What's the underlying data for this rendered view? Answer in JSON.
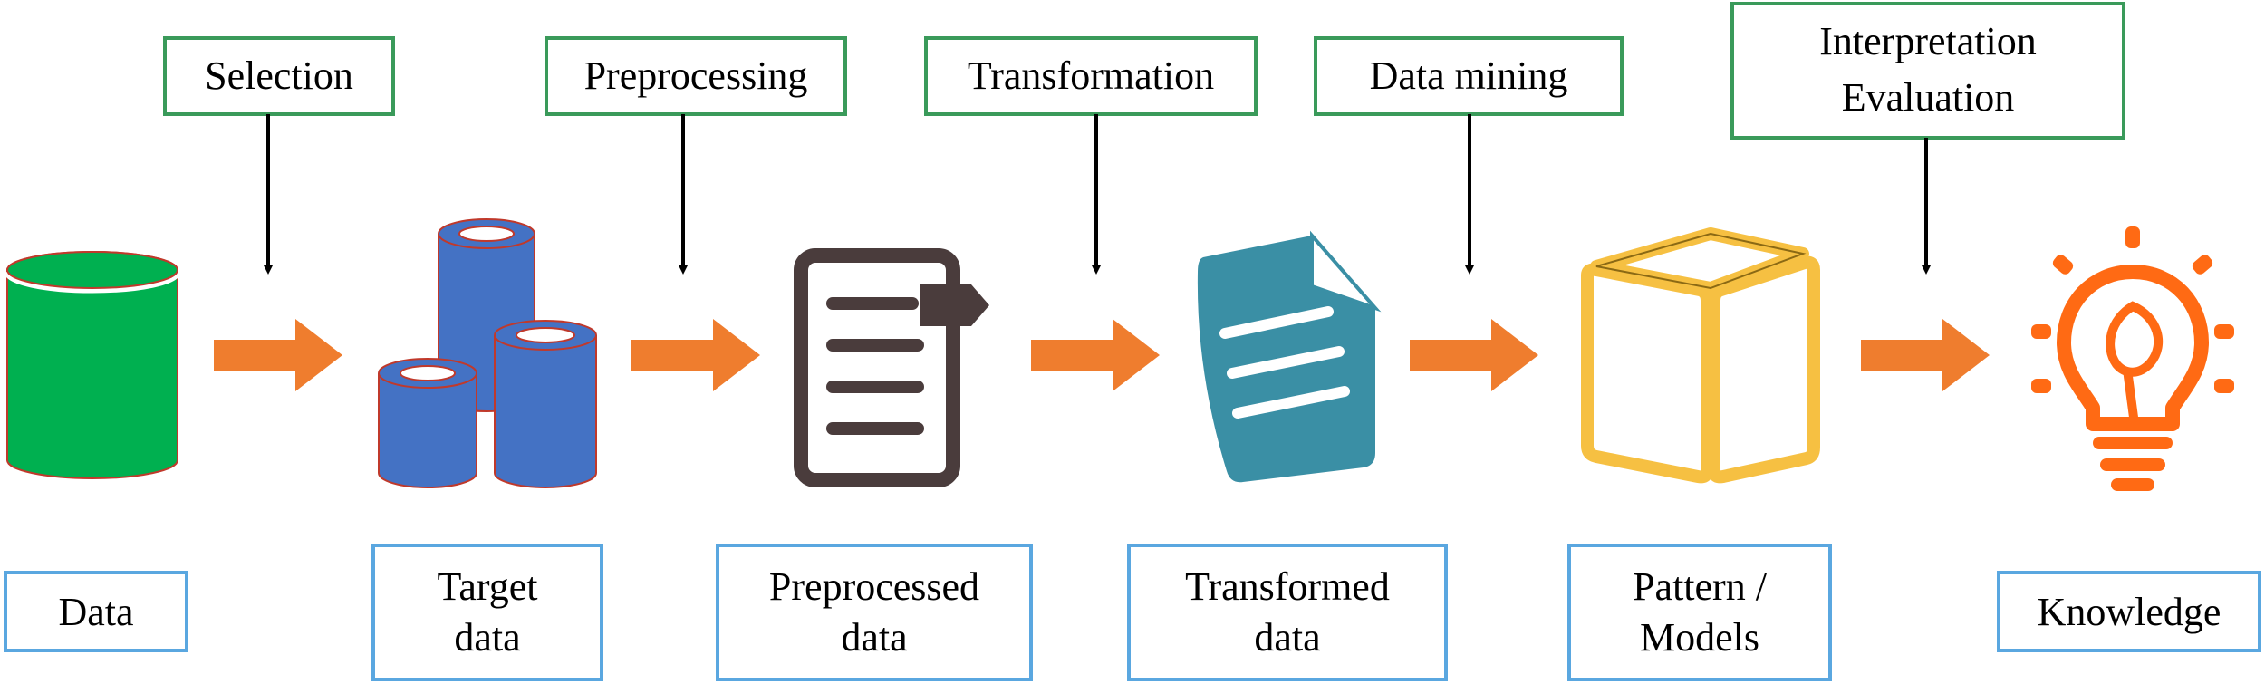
{
  "process_steps": [
    {
      "label": "Selection"
    },
    {
      "label": "Preprocessing"
    },
    {
      "label": "Transformation"
    },
    {
      "label": "Data mining"
    },
    {
      "label_line1": "Interpretation",
      "label_line2": "Evaluation"
    }
  ],
  "stages": [
    {
      "label": "Data",
      "icon": "database-cylinder-icon"
    },
    {
      "label_line1": "Target",
      "label_line2": "data",
      "icon": "cylinders-icon"
    },
    {
      "label_line1": "Preprocessed",
      "label_line2": "data",
      "icon": "document-icon"
    },
    {
      "label_line1": "Transformed",
      "label_line2": "data",
      "icon": "page-icon"
    },
    {
      "label_line1": "Pattern /",
      "label_line2": "Models",
      "icon": "cube-icon"
    },
    {
      "label": "Knowledge",
      "icon": "lightbulb-icon"
    }
  ],
  "colors": {
    "process_box_border": "#3a9a5a",
    "stage_box_border": "#5aa7e0",
    "flow_arrow": "#ef7d2e",
    "database": "#00b050",
    "cylinders": "#4472c4",
    "document": "#4a3c3c",
    "page": "#3a8fa5",
    "cube": "#f6c042",
    "lightbulb": "#ff6a14"
  }
}
